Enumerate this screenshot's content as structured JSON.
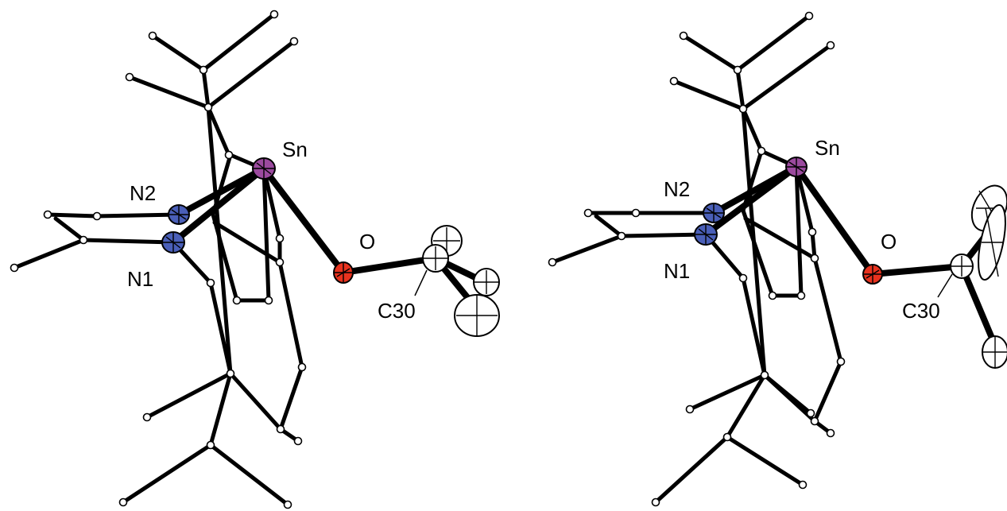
{
  "figure": {
    "panels": [
      {
        "id": "left",
        "labels": {
          "sn": "Sn",
          "n2": "N2",
          "n1": "N1",
          "o": "O",
          "c30": "C30"
        }
      },
      {
        "id": "right",
        "labels": {
          "sn": "Sn",
          "n2": "N2",
          "n1": "N1",
          "o": "O",
          "c30": "C30"
        }
      }
    ],
    "colors": {
      "tin": "#9b4a9e",
      "nitrogen": "#4a5fb8",
      "oxygen": "#e8321e",
      "carbon": "#ffffff",
      "bond": "#000000"
    },
    "icons": {
      "tin_atom": "sn-ellipsoid-icon",
      "nitrogen_atom": "n-ellipsoid-icon",
      "oxygen_atom": "o-ellipsoid-icon",
      "carbon_atom": "c-ellipsoid-icon"
    }
  }
}
